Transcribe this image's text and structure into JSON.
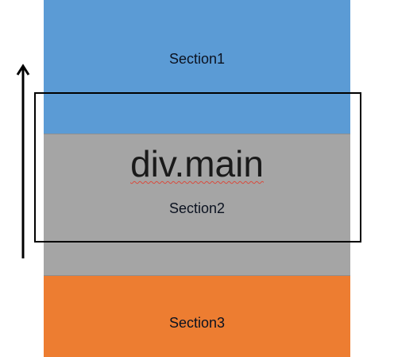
{
  "sections": [
    {
      "id": "section1",
      "label": "Section1",
      "color": "#5b9bd5"
    },
    {
      "id": "section2",
      "label": "Section2",
      "color": "#a5a5a5"
    },
    {
      "id": "section3",
      "label": "Section3",
      "color": "#ed7d31"
    }
  ],
  "main_box": {
    "label": "div.main",
    "border_color": "#000000"
  },
  "viewport_boundary_color": "#f5a25a",
  "scroll_arrow": {
    "icon": "up-arrow-icon",
    "direction": "up"
  }
}
